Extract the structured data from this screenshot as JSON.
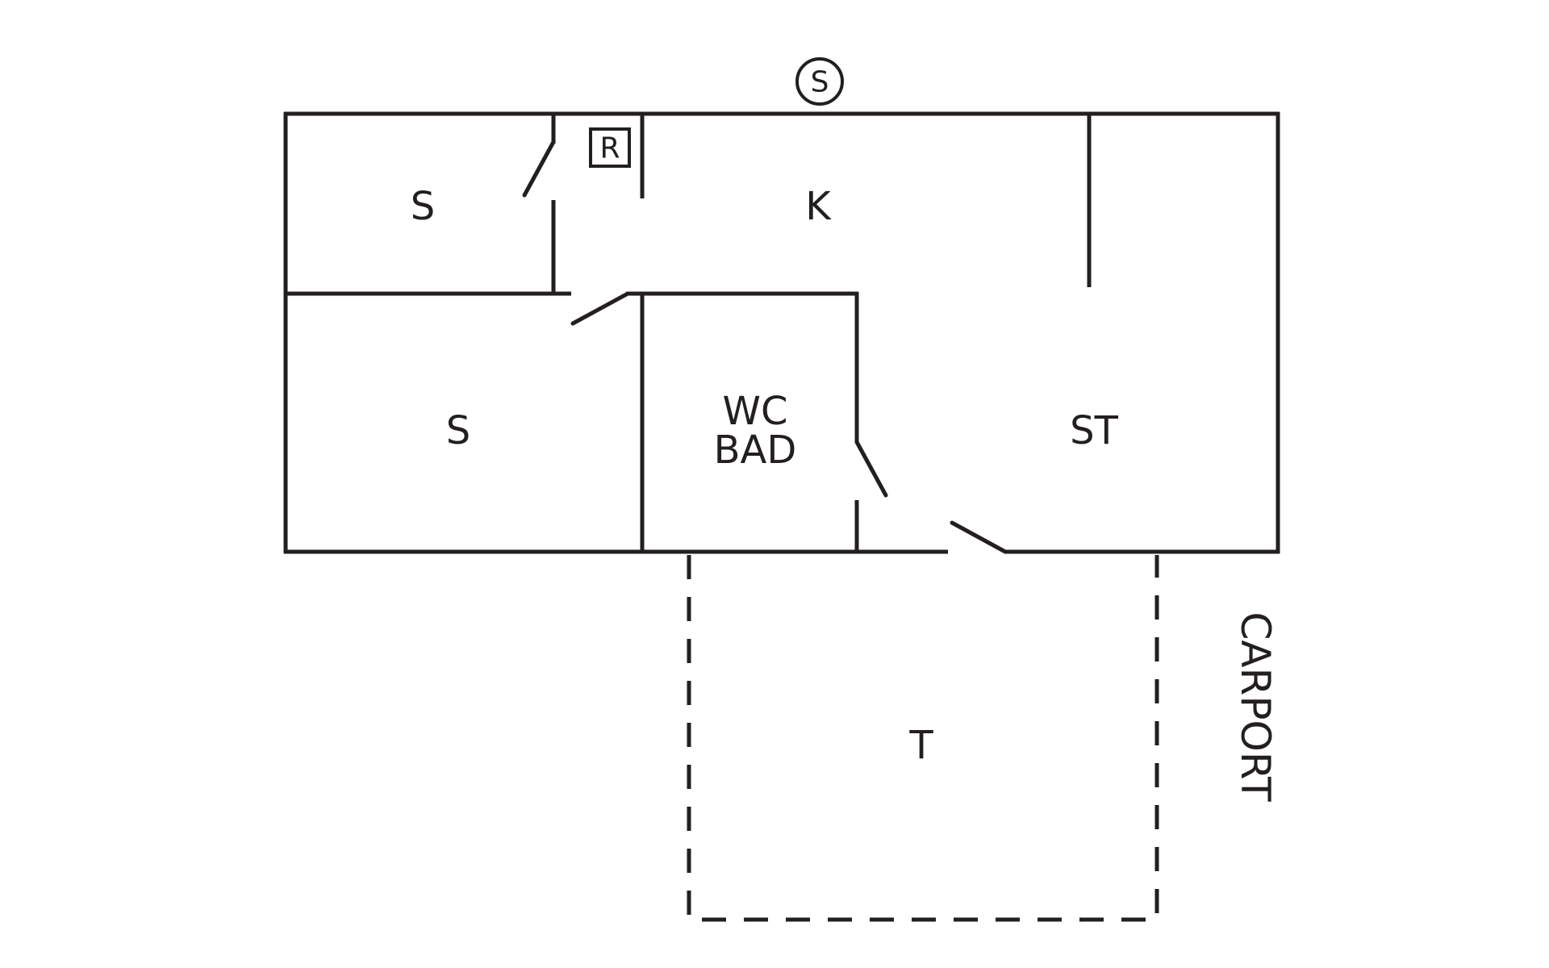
{
  "floorplan": {
    "rooms": {
      "bedroom_small": "S",
      "kitchen": "K",
      "bedroom_large": "S",
      "bathroom_line1": "WC",
      "bathroom_line2": "BAD",
      "living": "ST",
      "terrace": "T"
    },
    "symbols": {
      "north_symbol": "S",
      "chimney_symbol": "R"
    },
    "carport_label": "CARPORT",
    "line_color": "#231f20"
  }
}
